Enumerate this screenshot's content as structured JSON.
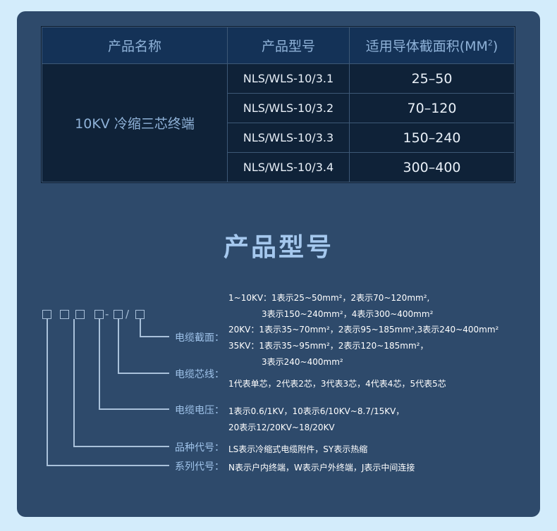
{
  "table": {
    "headers": [
      "产品名称",
      "产品型号",
      "适用导体截面积(MM",
      "2",
      ")"
    ],
    "product_name": "10KV 冷缩三芯终端",
    "rows": [
      {
        "model": "NLS/WLS-10/3.1",
        "area": "25–50"
      },
      {
        "model": "NLS/WLS-10/3.2",
        "area": "70–120"
      },
      {
        "model": "NLS/WLS-10/3.3",
        "area": "150–240"
      },
      {
        "model": "NLS/WLS-10/3.4",
        "area": "300–400"
      }
    ]
  },
  "section_title": "产品型号",
  "diagram": {
    "separators": [
      "-",
      "/"
    ],
    "labels": {
      "cross_section": "电缆截面：",
      "cores": "电缆芯线：",
      "voltage": "电缆电压：",
      "variety": "品种代号：",
      "series": "系列代号："
    },
    "cross_section_lines": [
      "1~10KV：1表示25~50mm²，2表示70~120mm²,",
      "3表示150~240mm²，4表示300~400mm²",
      "20KV：1表示35~70mm²，2表示95~185mm²,3表示240~400mm²",
      "35KV：1表示35~95mm²，2表示120~185mm²，",
      "3表示240~400mm²"
    ],
    "cores_desc": "1代表单芯，2代表2芯，3代表3芯，4代表4芯，5代表5芯",
    "voltage_lines": [
      "1表示0.6/1KV，10表示6/10KV~8.7/15KV，",
      "20表示12/20KV~18/20KV"
    ],
    "variety_desc": "LS表示冷缩式电缆附件，SY表示热缩",
    "series_desc": "N表示户内终端，W表示户外终端，J表示中间连接"
  }
}
